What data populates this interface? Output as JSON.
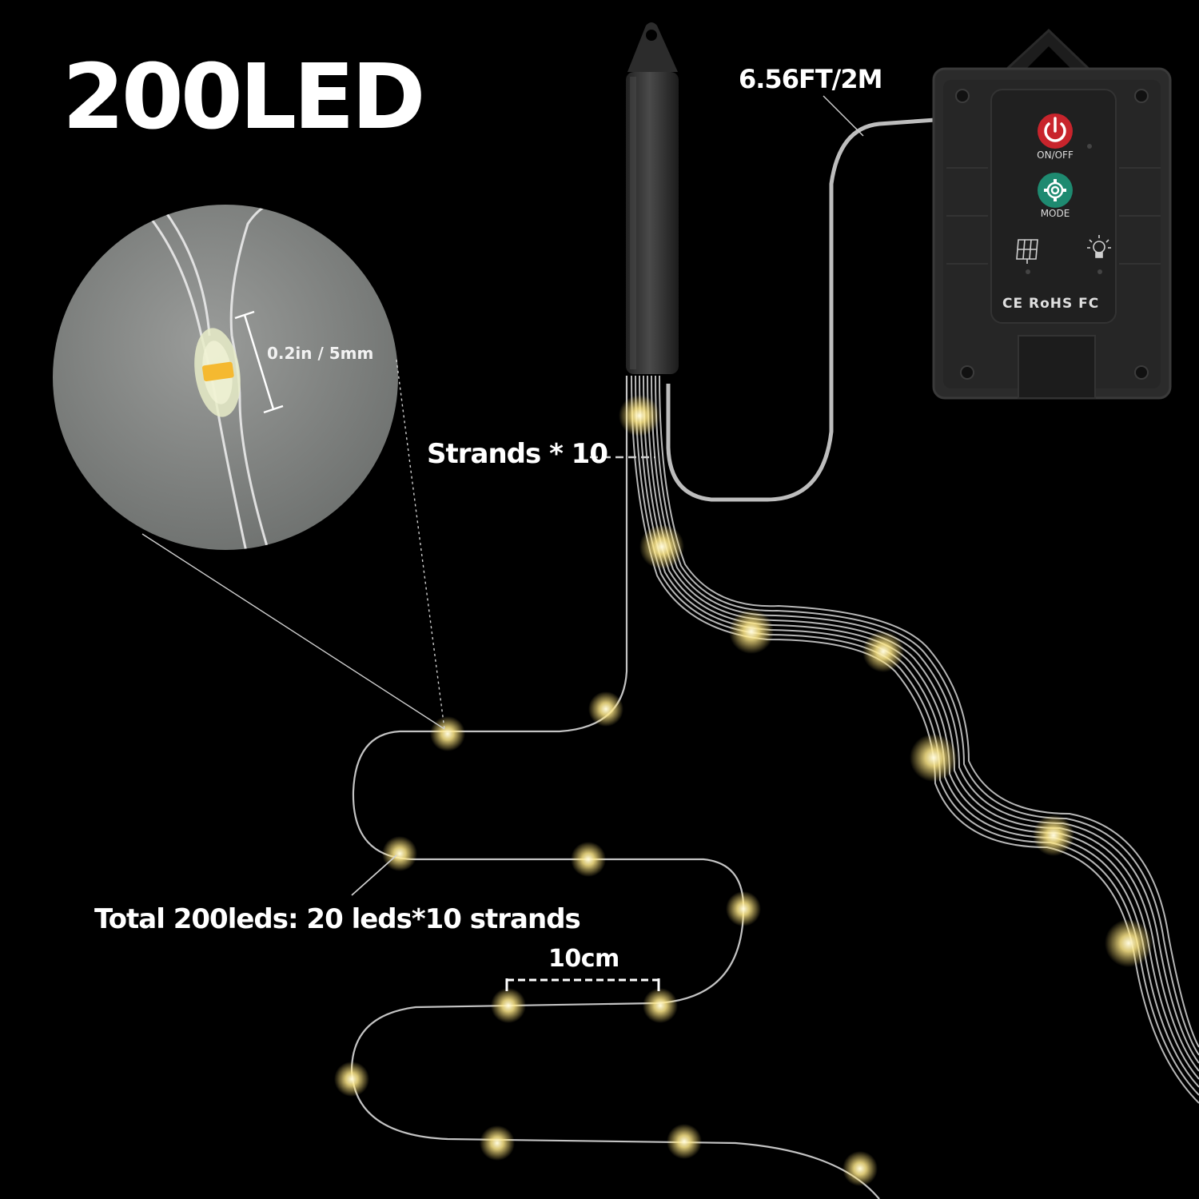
{
  "title": "200LED",
  "labels": {
    "cable_length": "6.56FT/2M",
    "strands": "Strands * 10",
    "total": "Total 200leds: 20 leds*10 strands",
    "spacing": "10cm",
    "led_size": "0.2in / 5mm"
  },
  "controller": {
    "power_label": "ON/OFF",
    "mode_label": "MODE",
    "certifications": "CE RoHS FC",
    "power_color": "#c8242c",
    "mode_color": "#1e8a70"
  },
  "colors": {
    "background": "#000000",
    "led_glow": "#fff3b8",
    "wire": "#cfcfcf"
  },
  "icons": [
    "power-icon",
    "gear-icon",
    "solar-panel-icon",
    "light-bulb-icon"
  ]
}
